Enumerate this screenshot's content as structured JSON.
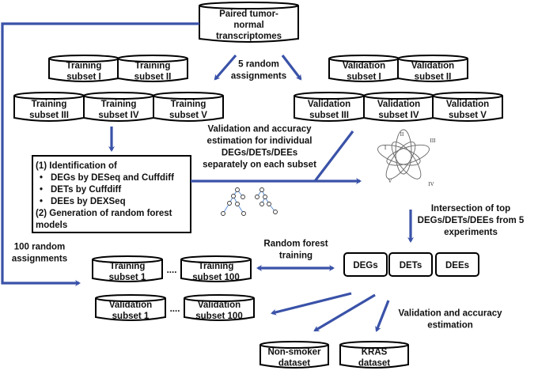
{
  "source": {
    "lines": [
      "Paired tumor-",
      "normal",
      "transcriptomes"
    ]
  },
  "five_random": {
    "lines": [
      "5 random",
      "assignments"
    ]
  },
  "training_subsets": [
    {
      "lines": [
        "Training",
        "subset I"
      ]
    },
    {
      "lines": [
        "Training",
        "subset II"
      ]
    },
    {
      "lines": [
        "Training",
        "subset III"
      ]
    },
    {
      "lines": [
        "Training",
        "subset IV"
      ]
    },
    {
      "lines": [
        "Training",
        "subset V"
      ]
    }
  ],
  "validation_subsets": [
    {
      "lines": [
        "Validation",
        "subset I"
      ]
    },
    {
      "lines": [
        "Validation",
        "subset II"
      ]
    },
    {
      "lines": [
        "Validation",
        "subset III"
      ]
    },
    {
      "lines": [
        "Validation",
        "subset IV"
      ]
    },
    {
      "lines": [
        "Validation",
        "subset V"
      ]
    }
  ],
  "method_box": {
    "lines": [
      {
        "text": "(1) Identification of",
        "bullet": false
      },
      {
        "text": "DEGs by DESeq and Cuffdiff",
        "bullet": true
      },
      {
        "text": "DETs by Cuffdiff",
        "bullet": true
      },
      {
        "text": "DEEs by DEXSeq",
        "bullet": true
      },
      {
        "text": "(2) Generation of random forest",
        "bullet": false
      },
      {
        "text": "models",
        "bullet": false
      }
    ],
    "bullet_char": "•"
  },
  "validation_individual": {
    "lines": [
      "Validation and accuracy",
      "estimation for individual",
      "DEGs/DETs/DEEs",
      "separately on each subset"
    ]
  },
  "venn_labels": [
    "I",
    "II",
    "III",
    "IV",
    "V"
  ],
  "intersection": {
    "lines": [
      "Intersection of top",
      "DEGs/DETs/DEEs from 5",
      "experiments"
    ]
  },
  "hundred_random": {
    "lines": [
      "100 random",
      "assignments"
    ]
  },
  "rf_training": {
    "lines": [
      "Random forest",
      "training"
    ]
  },
  "feature_boxes": [
    "DEGs",
    "DETs",
    "DEEs"
  ],
  "training_100": [
    {
      "lines": [
        "Training",
        "subset 1"
      ]
    },
    {
      "lines": [
        "Training",
        "subset 100"
      ]
    }
  ],
  "validation_100": [
    {
      "lines": [
        "Validation",
        "subset 1"
      ]
    },
    {
      "lines": [
        "Validation",
        "subset 100"
      ]
    }
  ],
  "ellipsis": "....",
  "validation_final": {
    "lines": [
      "Validation and accuracy",
      "estimation"
    ]
  },
  "external_datasets": [
    {
      "lines": [
        "Non-smoker",
        "dataset"
      ]
    },
    {
      "lines": [
        "KRAS",
        "dataset"
      ]
    }
  ],
  "colors": {
    "arrow": "#3a52a8",
    "outline": "#000000",
    "tree_edge": "#5b8fd6"
  }
}
